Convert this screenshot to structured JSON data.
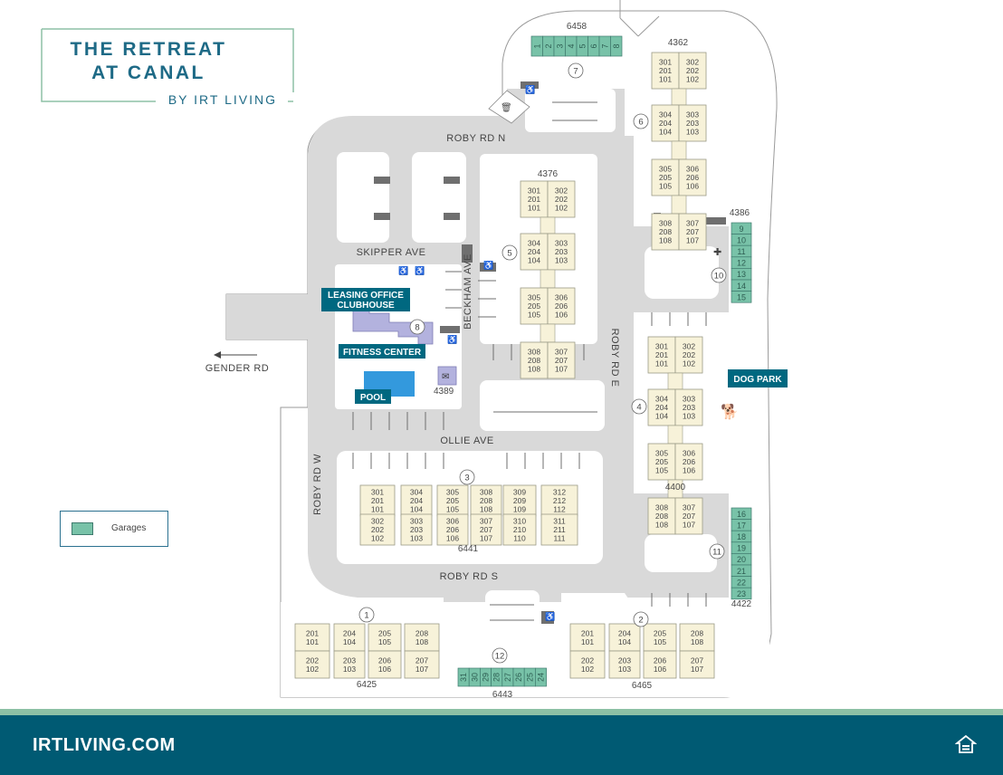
{
  "brand": {
    "title_line1": "THE RETREAT",
    "title_line2": "AT CANAL",
    "subtitle": "BY IRT LIVING",
    "website": "IRTLIVING.COM",
    "color_primary": "#1e6a86",
    "color_footer": "#005a73",
    "color_stripe": "#8dc0a5",
    "housing_logo": "equal-housing-opportunity-icon"
  },
  "legend": {
    "garages_label": "Garages",
    "garage_color": "#78c2a8"
  },
  "roads": {
    "roby_rd_n": "ROBY RD N",
    "roby_rd_s": "ROBY RD S",
    "roby_rd_e": "ROBY RD E",
    "roby_rd_w": "ROBY RD W",
    "skipper_ave": "SKIPPER AVE",
    "beckham_ave": "BECKHAM AVE",
    "ollie_ave": "OLLIE AVE",
    "gender_rd": "GENDER RD"
  },
  "amenities": {
    "leasing_office": "LEASING OFFICE",
    "clubhouse": "CLUBHOUSE",
    "fitness_center": "FITNESS CENTER",
    "pool": "POOL",
    "dog_park": "DOG PARK"
  },
  "addresses": {
    "a6458": "6458",
    "a4362": "4362",
    "a4376": "4376",
    "a4386": "4386",
    "a4389": "4389",
    "a4400": "4400",
    "a6441": "6441",
    "a4422": "4422",
    "a6425": "6425",
    "a6443": "6443",
    "a6465": "6465"
  },
  "building_numbers": [
    "1",
    "2",
    "3",
    "4",
    "5",
    "6",
    "7",
    "8",
    "10",
    "11",
    "12"
  ],
  "garages": {
    "top": [
      "1",
      "2",
      "3",
      "4",
      "5",
      "6",
      "7",
      "8"
    ],
    "east_upper": [
      "9",
      "10",
      "11",
      "12",
      "13",
      "14",
      "15"
    ],
    "east_lower": [
      "16",
      "17",
      "18",
      "19",
      "20",
      "21",
      "22",
      "23"
    ],
    "bottom": [
      "31",
      "30",
      "29",
      "28",
      "27",
      "26",
      "25",
      "24"
    ]
  },
  "buildings": {
    "b4362": [
      [
        "301",
        "201",
        "101"
      ],
      [
        "302",
        "202",
        "102"
      ],
      [
        "304",
        "204",
        "104"
      ],
      [
        "303",
        "203",
        "103"
      ],
      [
        "305",
        "205",
        "105"
      ],
      [
        "306",
        "206",
        "106"
      ],
      [
        "308",
        "208",
        "108"
      ],
      [
        "307",
        "207",
        "107"
      ]
    ],
    "b4376": [
      [
        "301",
        "201",
        "101"
      ],
      [
        "302",
        "202",
        "102"
      ],
      [
        "304",
        "204",
        "104"
      ],
      [
        "303",
        "203",
        "103"
      ],
      [
        "305",
        "205",
        "105"
      ],
      [
        "306",
        "206",
        "106"
      ],
      [
        "308",
        "208",
        "108"
      ],
      [
        "307",
        "207",
        "107"
      ]
    ],
    "b4400": [
      [
        "301",
        "201",
        "101"
      ],
      [
        "302",
        "202",
        "102"
      ],
      [
        "304",
        "204",
        "104"
      ],
      [
        "303",
        "203",
        "103"
      ],
      [
        "305",
        "205",
        "105"
      ],
      [
        "306",
        "206",
        "106"
      ],
      [
        "308",
        "208",
        "108"
      ],
      [
        "307",
        "207",
        "107"
      ]
    ],
    "b6441_top": [
      [
        "301",
        "201",
        "101"
      ],
      [
        "304",
        "204",
        "104"
      ],
      [
        "305",
        "205",
        "105"
      ],
      [
        "308",
        "208",
        "108"
      ],
      [
        "309",
        "209",
        "109"
      ],
      [
        "312",
        "212",
        "112"
      ]
    ],
    "b6441_bot": [
      [
        "302",
        "202",
        "102"
      ],
      [
        "303",
        "203",
        "103"
      ],
      [
        "306",
        "206",
        "106"
      ],
      [
        "307",
        "207",
        "107"
      ],
      [
        "310",
        "210",
        "110"
      ],
      [
        "311",
        "211",
        "111"
      ]
    ],
    "b6425_top": [
      [
        "201",
        "101"
      ],
      [
        "204",
        "104"
      ],
      [
        "205",
        "105"
      ],
      [
        "208",
        "108"
      ]
    ],
    "b6425_bot": [
      [
        "202",
        "102"
      ],
      [
        "203",
        "103"
      ],
      [
        "206",
        "106"
      ],
      [
        "207",
        "107"
      ]
    ],
    "b6465_top": [
      [
        "201",
        "101"
      ],
      [
        "204",
        "104"
      ],
      [
        "205",
        "105"
      ],
      [
        "208",
        "108"
      ]
    ],
    "b6465_bot": [
      [
        "202",
        "102"
      ],
      [
        "203",
        "103"
      ],
      [
        "206",
        "106"
      ],
      [
        "207",
        "107"
      ]
    ]
  }
}
